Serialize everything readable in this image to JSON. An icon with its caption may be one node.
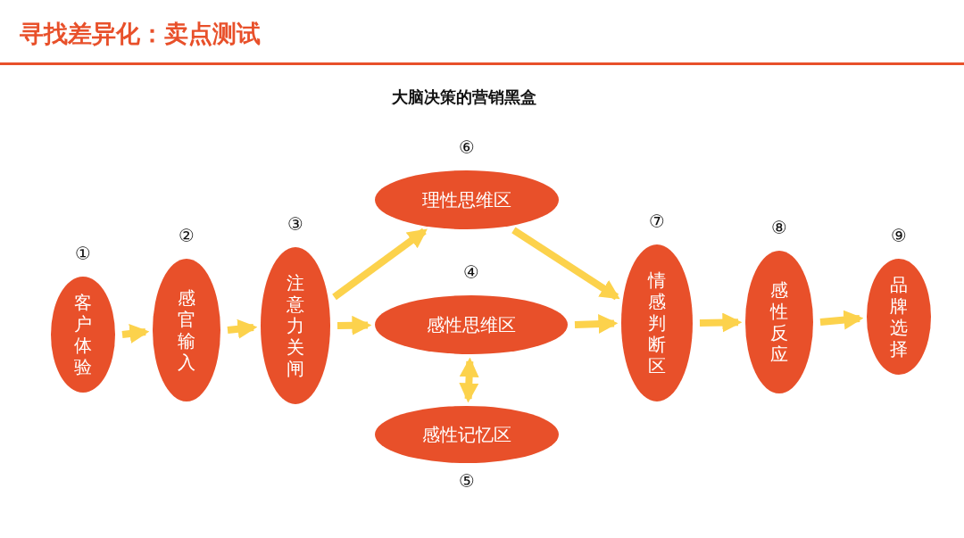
{
  "diagram": {
    "title": "寻找差异化：卖点测试",
    "nodes": [
      {
        "text": [
          "客户体验"
        ],
        "beside": [
          "①"
        ]
      },
      {
        "text": [
          "感官输入"
        ],
        "beside": [
          "②"
        ]
      },
      {
        "text": [
          "注意力关闸"
        ],
        "beside": [
          "③"
        ]
      },
      {
        "text": [
          "理性思维区"
        ],
        "beside": [
          "⑥"
        ]
      },
      {
        "text": [
          "感性思维区"
        ],
        "beside": [
          "④"
        ]
      },
      {
        "text": [
          "感性记忆区"
        ],
        "beside": [
          "⑤"
        ]
      },
      {
        "text": [
          "情感判断区"
        ],
        "beside": [
          "⑦"
        ]
      },
      {
        "text": [
          "感性反应"
        ],
        "beside": [
          "⑧"
        ]
      },
      {
        "text": [
          "品牌选择"
        ],
        "beside": [
          "⑨"
        ]
      }
    ],
    "edges": [
      {
        "from": 0,
        "to": 1,
        "arrow": "to"
      },
      {
        "from": 1,
        "to": 2,
        "arrow": "to"
      },
      {
        "from": 2,
        "to": 3,
        "arrow": "to"
      },
      {
        "from": 2,
        "to": 4,
        "arrow": "to"
      },
      {
        "from": 3,
        "to": 6,
        "arrow": "to"
      },
      {
        "from": 4,
        "to": 6,
        "arrow": "to"
      },
      {
        "from": 4,
        "to": 5,
        "arrow": "both"
      },
      {
        "from": 6,
        "to": 7,
        "arrow": "to"
      },
      {
        "from": 7,
        "to": 8,
        "arrow": "to"
      }
    ],
    "labels": [
      "大脑决策的营销黑盒"
    ]
  }
}
